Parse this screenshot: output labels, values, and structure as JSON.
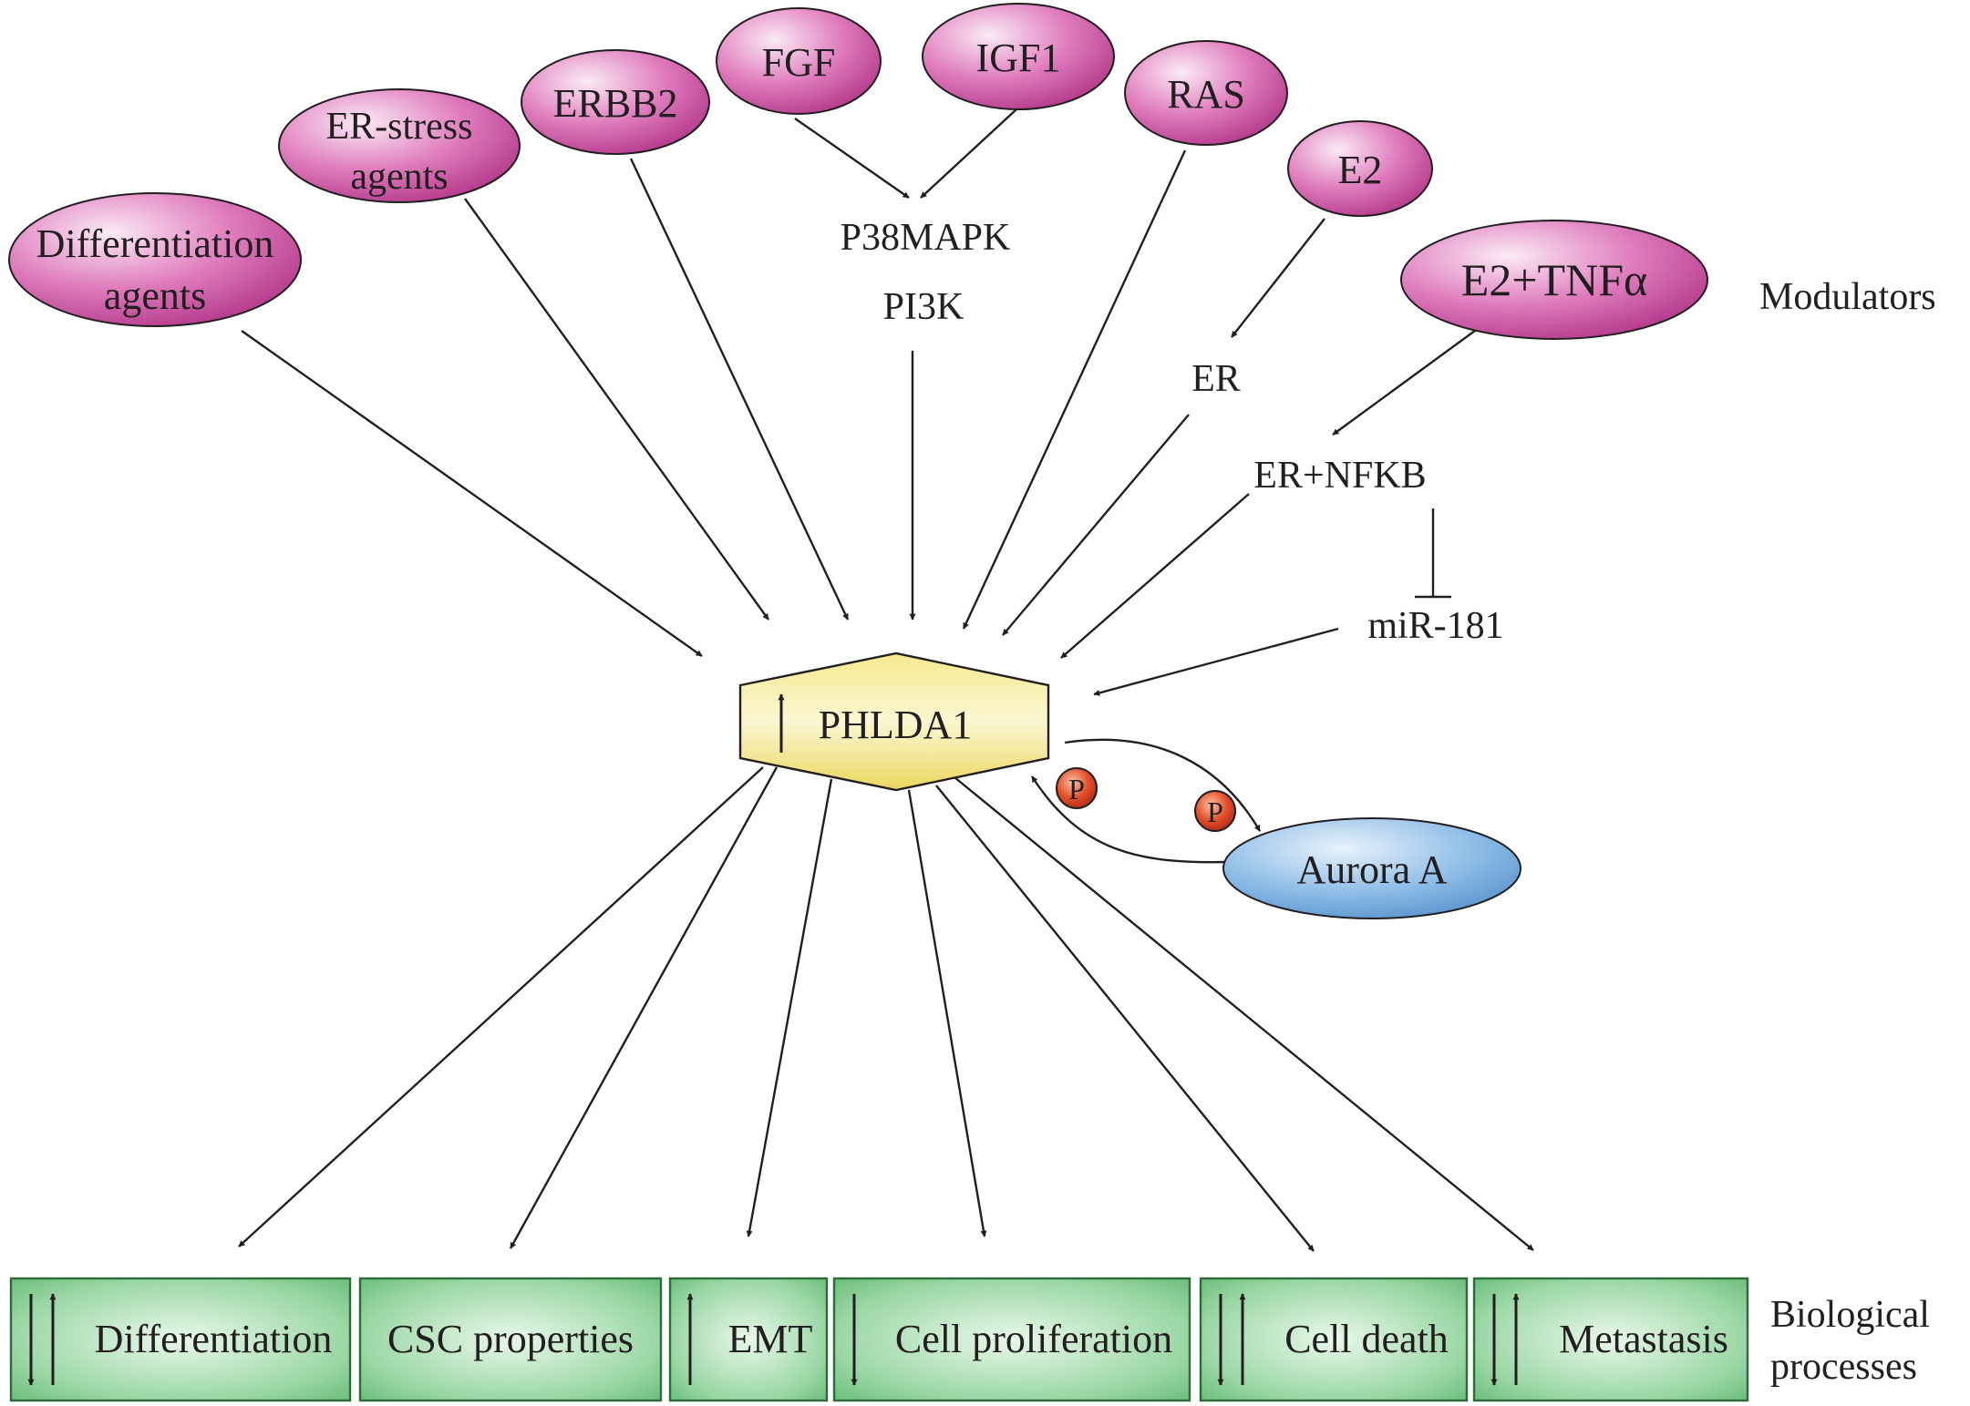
{
  "modulators": {
    "differentiation_agents": [
      "Differentiation",
      "agents"
    ],
    "er_stress_agents": [
      "ER-stress",
      "agents"
    ],
    "erbb2": "ERBB2",
    "fgf": "FGF",
    "igf1": "IGF1",
    "ras": "RAS",
    "e2": "E2",
    "e2_tnfa": "E2+TNFα"
  },
  "intermediates": {
    "p38mapk": "P38MAPK",
    "pi3k": "PI3K",
    "er": "ER",
    "er_nfkb": "ER+NFKB",
    "mir181": "miR-181"
  },
  "center": {
    "label": "PHLDA1",
    "direction": "up"
  },
  "kinase": {
    "label": "Aurora A"
  },
  "phospho": "P",
  "side_labels": {
    "modulators": "Modulators",
    "biological_processes": [
      "Biological",
      "processes"
    ]
  },
  "processes": [
    {
      "label": "Differentiation",
      "arrows": [
        "down",
        "up"
      ]
    },
    {
      "label": "CSC properties",
      "arrows": []
    },
    {
      "label": "EMT",
      "arrows": [
        "up"
      ]
    },
    {
      "label": "Cell proliferation",
      "arrows": [
        "down"
      ]
    },
    {
      "label": "Cell death",
      "arrows": [
        "down",
        "up"
      ]
    },
    {
      "label": "Metastasis",
      "arrows": [
        "down",
        "up"
      ]
    }
  ],
  "colors": {
    "modulator_fill": "#c9509f",
    "phlda1_fill": "#f3e27d",
    "aurora_fill": "#7fb3e0",
    "process_fill": "#8fd19c",
    "phospho_fill": "#e2452b",
    "line": "#231f20"
  }
}
